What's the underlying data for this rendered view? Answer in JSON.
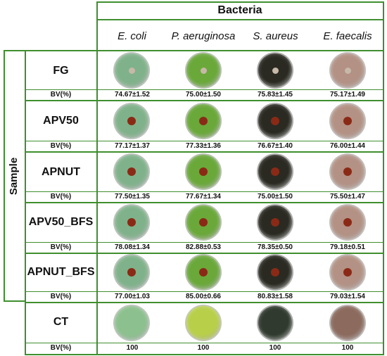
{
  "header": {
    "group_label": "Bacteria",
    "sample_label": "Sample",
    "bv_label": "BV(%)"
  },
  "bacteria": [
    "E. coli",
    "P. aeruginosa",
    "S. aureus",
    "E. faecalis"
  ],
  "colors": {
    "frame_green": "#3f8f2e",
    "plate": {
      "ecoli": "#7fb28a",
      "paeruginosa": "#6aa83a",
      "saureus": "#2a2a22",
      "efaecalis": "#b39184"
    },
    "ct_plate": {
      "ecoli": "#8cc08e",
      "paeruginosa": "#b8cf4a",
      "saureus": "#303a2e",
      "efaecalis": "#8c6a5e"
    },
    "sample_piece": "#8a2a16"
  },
  "rows": [
    {
      "name": "FG",
      "bv": [
        "74.67±1.52",
        "75.00±1.50",
        "75.83±1.45",
        "75.17±1.49"
      ]
    },
    {
      "name": "APV50",
      "bv": [
        "77.17±1.37",
        "77.33±1.36",
        "76.67±1.40",
        "76.00±1.44"
      ]
    },
    {
      "name": "APNUT",
      "bv": [
        "77.50±1.35",
        "77.67±1.34",
        "75.00±1.50",
        "75.50±1.47"
      ]
    },
    {
      "name": "APV50_BFS",
      "bv": [
        "78.08±1.34",
        "82.88±0.53",
        "78.35±0.50",
        "79.18±0.51"
      ]
    },
    {
      "name": "APNUT_BFS",
      "bv": [
        "77.00±1.03",
        "85.00±0.66",
        "80.83±1.58",
        "79.03±1.54"
      ]
    },
    {
      "name": "CT",
      "bv": [
        "100",
        "100",
        "100",
        "100"
      ]
    }
  ]
}
